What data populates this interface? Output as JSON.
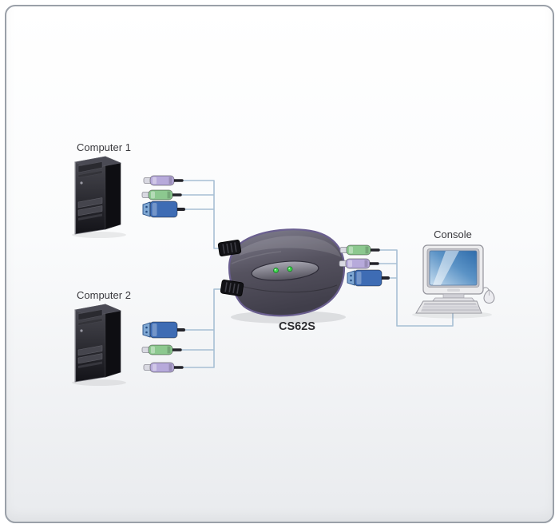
{
  "diagram": {
    "product": "CS62S",
    "labels": {
      "computer1": "Computer 1",
      "computer2": "Computer 2",
      "switch": "CS62S",
      "console": "Console"
    },
    "devices": [
      {
        "name": "computer-1",
        "type": "desktop-tower-icon"
      },
      {
        "name": "computer-2",
        "type": "desktop-tower-icon"
      },
      {
        "name": "kvm-switch",
        "type": "kvm-switch-icon",
        "leds": 2
      },
      {
        "name": "console",
        "type": "monitor-keyboard-mouse-icon"
      }
    ],
    "connectors": {
      "computer1": [
        "ps2-keyboard-purple",
        "ps2-mouse-green",
        "vga-blue"
      ],
      "computer2": [
        "vga-blue",
        "ps2-mouse-green",
        "ps2-keyboard-purple"
      ],
      "console_side": [
        "ps2-mouse-green",
        "ps2-keyboard-purple",
        "vga-blue"
      ]
    },
    "colors": {
      "ps2_purple": "#b7aadb",
      "ps2_green": "#8cc88f",
      "vga_blue": "#3e6cb4",
      "cable_line": "#a7bfd4",
      "led_green": "#3ed44c",
      "switch_body": "#4a4854",
      "switch_trim": "#6a5f8f",
      "screen_blue": "#3a78b4"
    }
  }
}
